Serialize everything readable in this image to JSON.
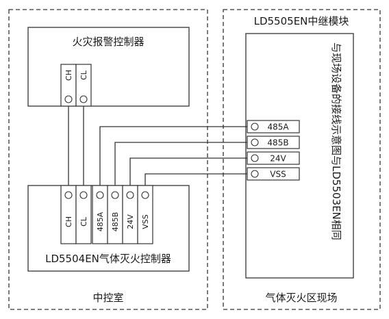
{
  "regions": {
    "control_room": "中控室",
    "field": "气体灭火区现场"
  },
  "relay_module": {
    "title": "LD5505EN中继模块",
    "side_note": "与现场设备的接线示意图与LD5503EN相同",
    "terminals": [
      "485A",
      "485B",
      "24V",
      "VSS"
    ]
  },
  "fire_alarm_controller": {
    "title": "火灾报警控制器",
    "terminals": [
      "CH",
      "CL"
    ]
  },
  "gas_controller": {
    "title": "LD5504EN气体灭火控制器",
    "terminals": [
      "CH",
      "CL",
      "485A",
      "485B",
      "24V",
      "VSS"
    ]
  }
}
